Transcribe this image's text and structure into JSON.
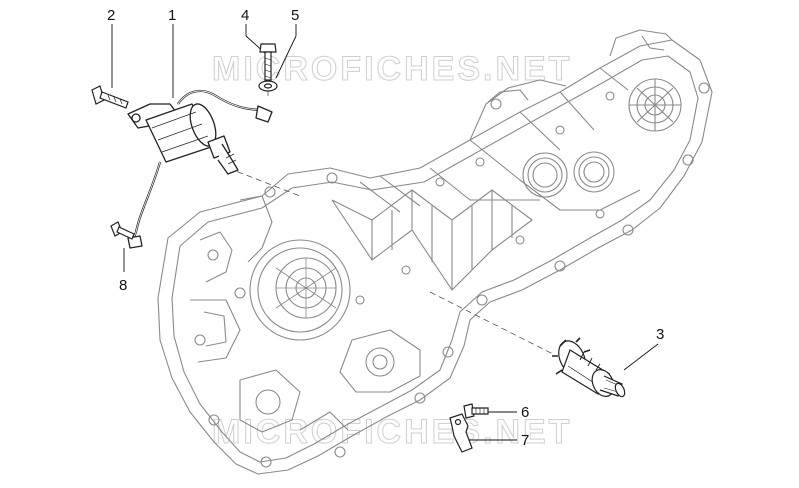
{
  "watermark": {
    "top": "MICROFICHES.NET",
    "bottom": "MICROFICHES.NET"
  },
  "callouts": {
    "c1": "1",
    "c2": "2",
    "c3": "3",
    "c4": "4",
    "c5": "5",
    "c6": "6",
    "c7": "7",
    "c8": "8"
  },
  "colors": {
    "line": "#8a8a8a",
    "part": "#222222",
    "leader": "#111111"
  }
}
